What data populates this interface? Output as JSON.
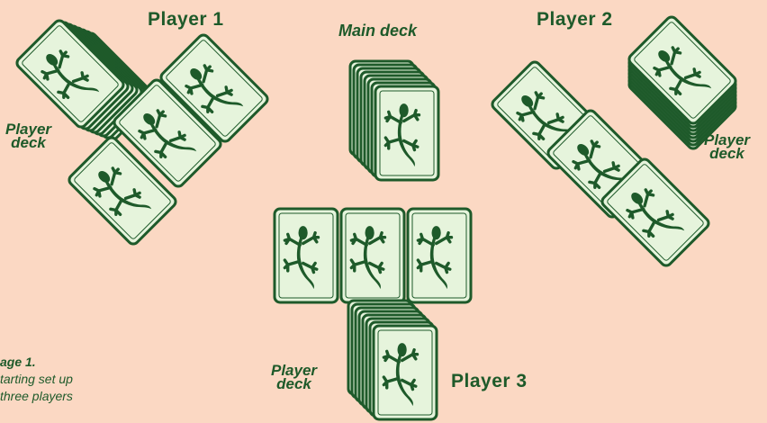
{
  "labels": {
    "player1": "Player 1",
    "player2": "Player 2",
    "player3": "Player 3",
    "main_deck": "Main deck",
    "player_deck_word1": "Player",
    "player_deck_word2": "deck"
  },
  "caption": {
    "title": "age 1.",
    "line1": "tarting set up",
    "line2": "three players"
  },
  "colors": {
    "background": "#fbd8c3",
    "card_fill": "#e6f4dc",
    "card_stroke": "#1e5a2a",
    "lizard": "#1e5a2a"
  },
  "icons": {
    "card_art": "lizard-icon"
  }
}
